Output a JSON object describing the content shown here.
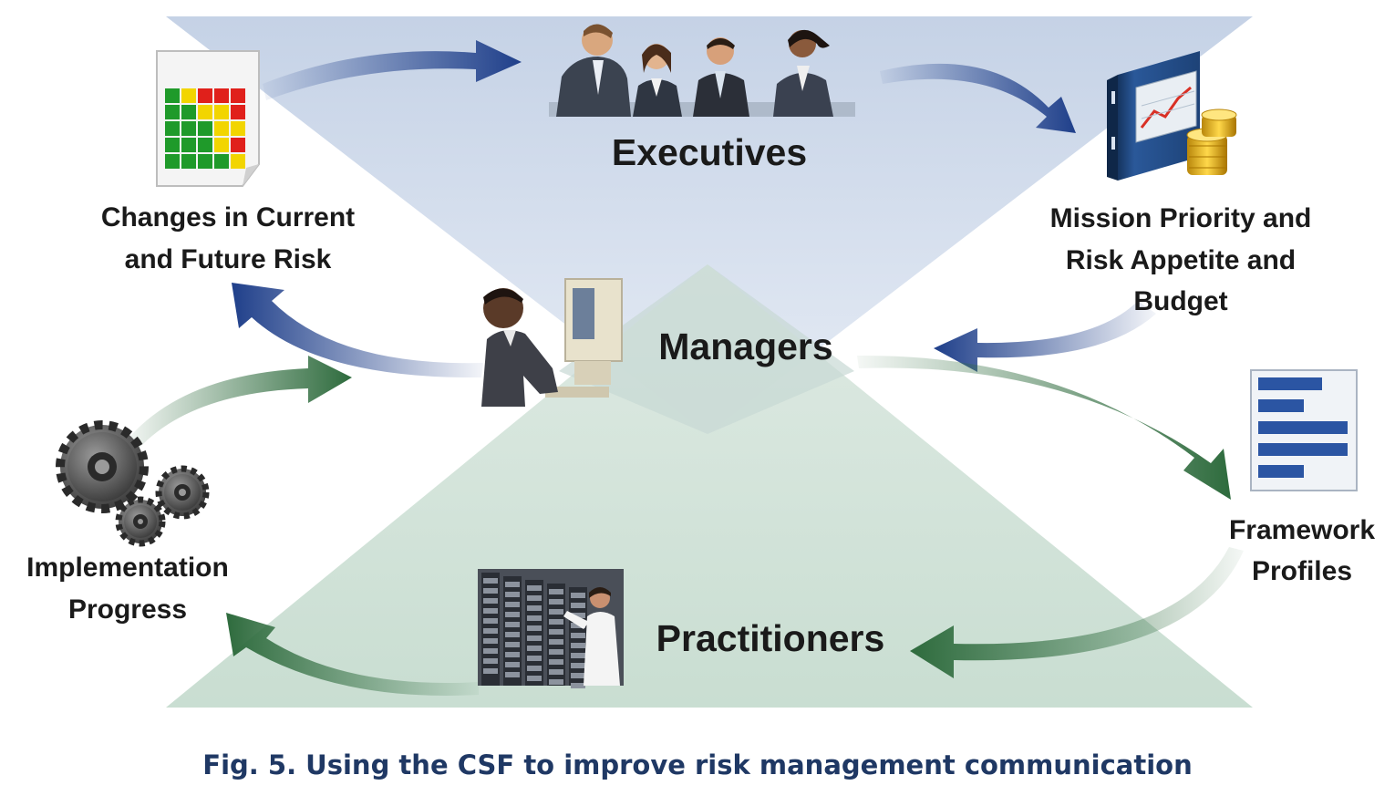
{
  "roles": {
    "executives": "Executives",
    "managers": "Managers",
    "practitioners": "Practitioners"
  },
  "labels": {
    "risk_line1": "Changes in Current",
    "risk_line2": "and Future Risk",
    "mission_line1": "Mission Priority and",
    "mission_line2": "Risk Appetite and",
    "mission_line3": "Budget",
    "framework_line1": "Framework",
    "framework_line2": "Profiles",
    "impl_line1": "Implementation",
    "impl_line2": "Progress"
  },
  "caption": "Fig. 5. Using the CSF to improve risk management communication",
  "colors": {
    "blue_region": "#cfd9e8",
    "green_region": "#cfe0d6",
    "blue_arrow": "#1f3f8a",
    "green_arrow": "#2e6b3d",
    "caption": "#1f3864"
  }
}
